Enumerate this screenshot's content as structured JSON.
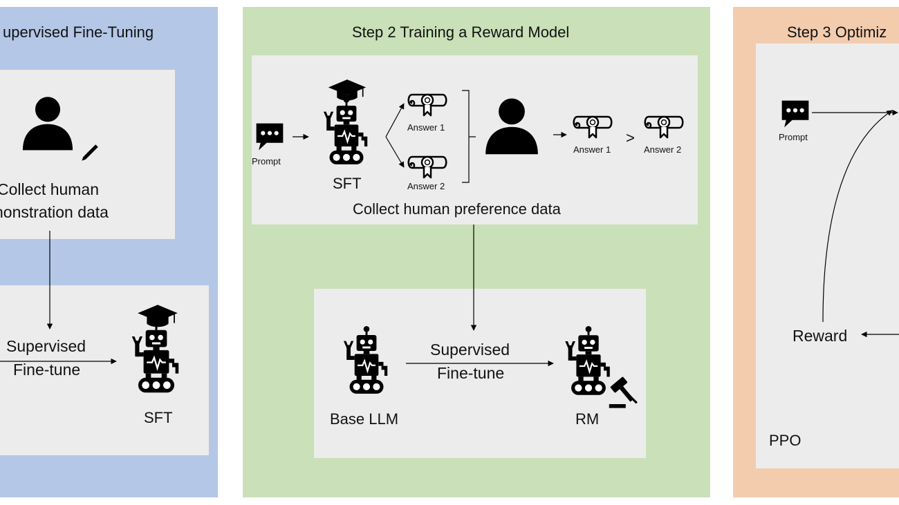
{
  "colors": {
    "step1_panel": "#b4c7e7",
    "step2_panel": "#c9e0b8",
    "step3_panel": "#f3ccae",
    "box": "#ececec",
    "ink": "#000000"
  },
  "step1": {
    "title": "upervised Fine-Tuning",
    "collect_line1": "Collect human",
    "collect_line2": "nonstration data",
    "sft_line1": "Supervised",
    "sft_line2": "Fine-tune",
    "model_label": "SFT"
  },
  "step2": {
    "title": "Step 2 Training a Reward Model",
    "prompt_label": "Prompt",
    "sft_label": "SFT",
    "answer1": "Answer 1",
    "answer2": "Answer 2",
    "rank_answer1": "Answer 1",
    "rank_symbol": ">",
    "rank_answer2": "Answer 2",
    "collect_caption": "Collect human preference data",
    "base_llm": "Base LLM",
    "sft_line1": "Supervised",
    "sft_line2": "Fine-tune",
    "rm_label": "RM"
  },
  "step3": {
    "title": "Step 3 Optimiz",
    "prompt_label": "Prompt",
    "reward_label": "Reward",
    "ppo_label": "PPO"
  },
  "icons": [
    "person-icon",
    "pencil-icon",
    "robot-icon",
    "graduation-cap-icon",
    "chat-bubble-icon",
    "certificate-icon",
    "gavel-icon"
  ]
}
